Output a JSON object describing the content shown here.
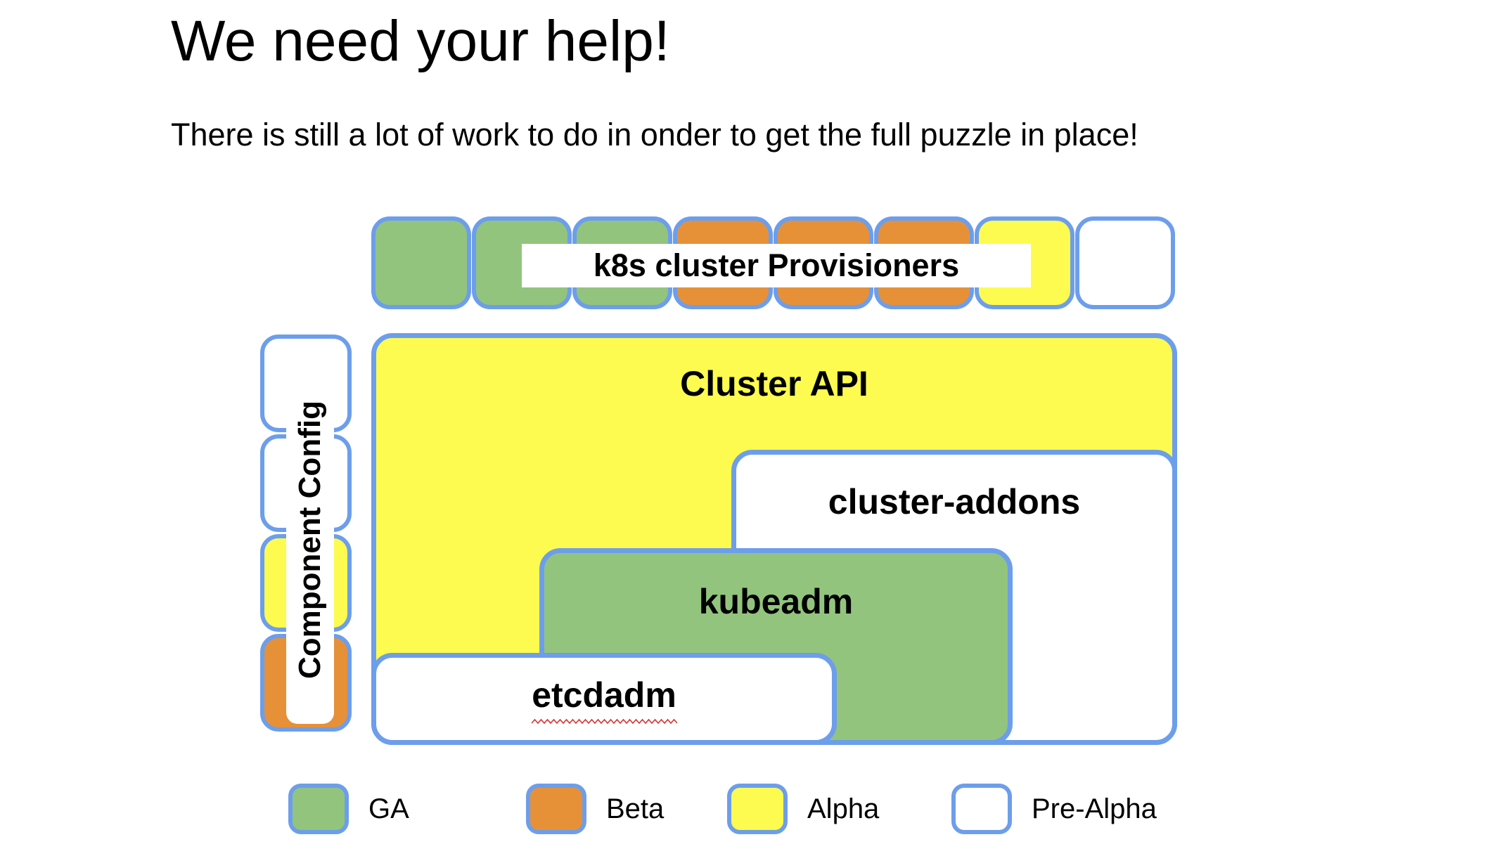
{
  "slide": {
    "title": "We need your help!",
    "subtitle": "There is still a lot of work to do in onder to get the full puzzle in place!"
  },
  "colors": {
    "ga_green": "#93c47d",
    "beta_orange": "#e69138",
    "alpha_yellow": "#fdfb4f",
    "pre_alpha_white": "#ffffff",
    "piece_border_blue": "#6d9eeb",
    "spellcheck_red": "#d93434"
  },
  "diagram": {
    "provisioners_row": {
      "label": "k8s cluster Provisioners",
      "pieces": [
        {
          "status": "GA",
          "class": "piece ga"
        },
        {
          "status": "GA",
          "class": "piece ga"
        },
        {
          "status": "GA",
          "class": "piece ga"
        },
        {
          "status": "Beta",
          "class": "piece beta"
        },
        {
          "status": "Beta",
          "class": "piece beta"
        },
        {
          "status": "Beta",
          "class": "piece beta"
        },
        {
          "status": "Alpha",
          "class": "piece alpha"
        },
        {
          "status": "Pre-Alpha",
          "class": "piece pre"
        }
      ]
    },
    "component_config": {
      "label": "Component Config",
      "pieces": [
        {
          "status": "Pre-Alpha",
          "class": "piece pre"
        },
        {
          "status": "Pre-Alpha",
          "class": "piece pre"
        },
        {
          "status": "Alpha",
          "class": "piece alpha"
        },
        {
          "status": "Beta",
          "class": "piece beta"
        }
      ]
    },
    "blocks": {
      "cluster_api": {
        "label": "Cluster API",
        "status": "Alpha"
      },
      "cluster_addons": {
        "label": "cluster-addons",
        "status": "Pre-Alpha"
      },
      "kubeadm": {
        "label": "kubeadm",
        "status": "GA"
      },
      "etcdadm": {
        "label": "etcdadm",
        "status": "Pre-Alpha",
        "spellcheck_underline": "true"
      }
    }
  },
  "legend": {
    "items": [
      {
        "label": "GA",
        "class": "swatch ga"
      },
      {
        "label": "Beta",
        "class": "swatch beta"
      },
      {
        "label": "Alpha",
        "class": "swatch alpha"
      },
      {
        "label": "Pre-Alpha",
        "class": "swatch pre"
      }
    ]
  }
}
